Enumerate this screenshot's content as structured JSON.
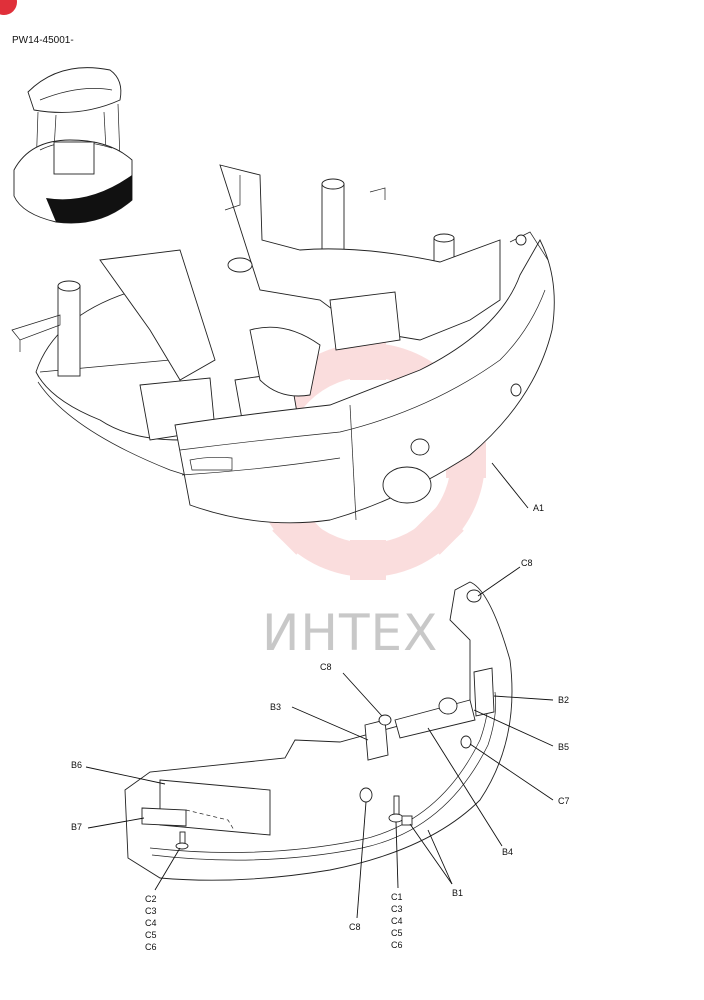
{
  "header": {
    "model_code": "PW14-45001-"
  },
  "watermark": {
    "text": "ИНТЕХ",
    "color": "#f2a0a0"
  },
  "callouts": {
    "a1": "A1",
    "c8_top": "C8",
    "c8_mid": "C8",
    "c8_bottom": "C8",
    "b2": "B2",
    "b3": "B3",
    "b5": "B5",
    "c7": "C7",
    "b6": "B6",
    "b7": "B7",
    "b4": "B4",
    "b1": "B1"
  },
  "stack_left": [
    "C2",
    "C3",
    "C4",
    "C5",
    "C6"
  ],
  "stack_right": [
    "C1",
    "C3",
    "C4",
    "C5",
    "C6"
  ],
  "colors": {
    "badge": "#e0303a",
    "line": "#111111"
  }
}
